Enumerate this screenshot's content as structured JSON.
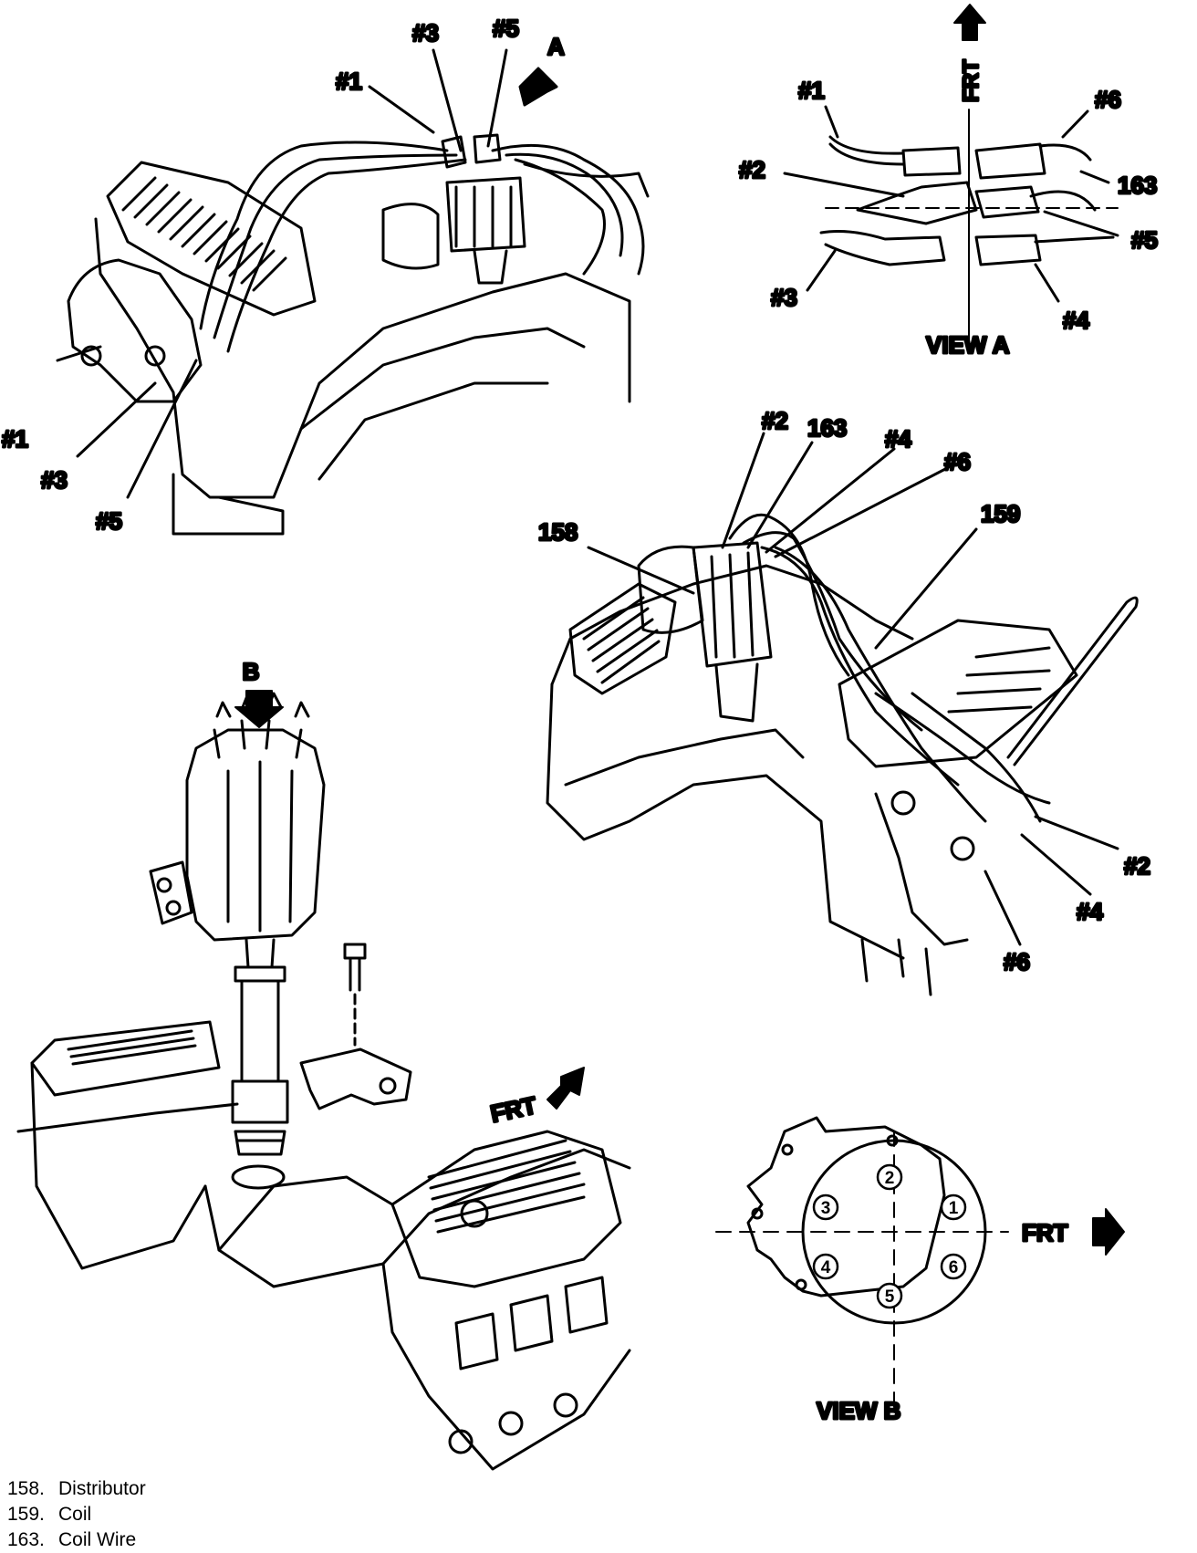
{
  "top_engine": {
    "labels": {
      "n1_upper": "#1",
      "n3_upper": "#3",
      "n5_upper": "#5",
      "view_a_arrow": "A",
      "n1_lower": "#1",
      "n3_lower": "#3",
      "n5_lower": "#5"
    }
  },
  "view_a": {
    "frt": "FRT",
    "title": "VIEW A",
    "labels": {
      "n1": "#1",
      "n2": "#2",
      "n3": "#3",
      "n4": "#4",
      "n5": "#5",
      "n6": "#6",
      "coil_wire": "163"
    }
  },
  "right_engine": {
    "labels": {
      "n2_upper": "#2",
      "coil_wire": "163",
      "n4_upper": "#4",
      "n6_upper": "#6",
      "distributor": "158",
      "coil": "159",
      "n2_lower": "#2",
      "n4_lower": "#4",
      "n6_lower": "#6"
    }
  },
  "distributor_install": {
    "view_b_arrow": "B",
    "frt": "FRT"
  },
  "view_b": {
    "frt": "FRT",
    "title": "VIEW B",
    "terminals": [
      "1",
      "2",
      "3",
      "4",
      "5",
      "6"
    ]
  },
  "legend": [
    {
      "num": "158.",
      "name": "Distributor"
    },
    {
      "num": "159.",
      "name": "Coil"
    },
    {
      "num": "163.",
      "name": "Coil Wire"
    }
  ]
}
